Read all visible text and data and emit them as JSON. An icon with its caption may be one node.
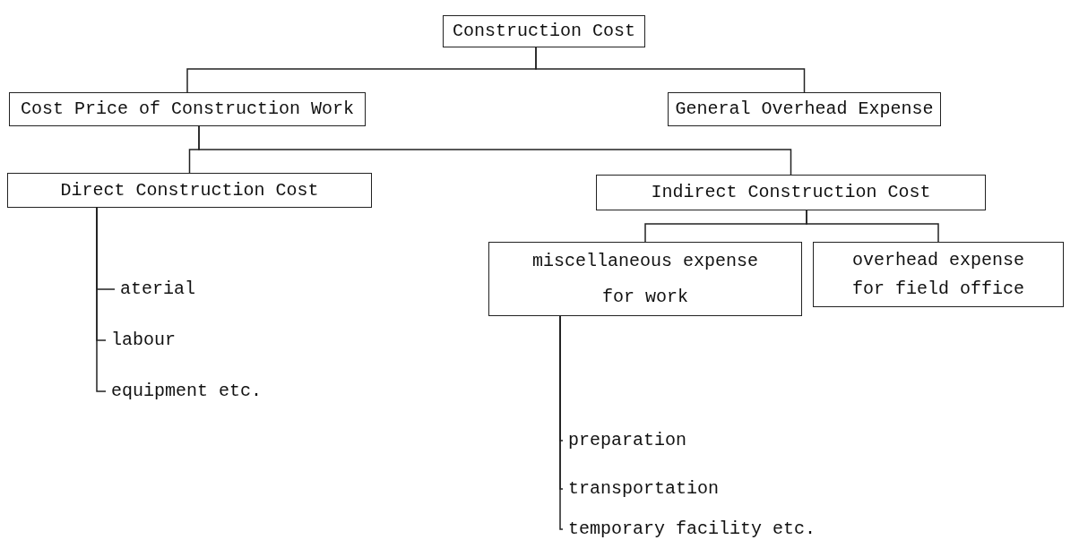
{
  "diagram": {
    "nodes": [
      {
        "text": [
          "Construction Cost"
        ]
      },
      {
        "text": [
          "Cost Price of Construction Work"
        ]
      },
      {
        "text": [
          "General Overhead Expense"
        ]
      },
      {
        "text": [
          "Direct Construction Cost"
        ]
      },
      {
        "text": [
          "Indirect Construction Cost"
        ]
      },
      {
        "text": [
          "miscellaneous expense for work"
        ]
      },
      {
        "text": [
          "overhead expense for field office"
        ]
      },
      {
        "text": [
          "aterial"
        ]
      },
      {
        "text": [
          "labour"
        ]
      },
      {
        "text": [
          "equipment etc."
        ]
      },
      {
        "text": [
          "preparation"
        ]
      },
      {
        "text": [
          "transportation"
        ]
      },
      {
        "text": [
          "temporary facility etc."
        ]
      }
    ],
    "edges": [
      {
        "from": 0,
        "to": 1,
        "arrow": "none"
      },
      {
        "from": 0,
        "to": 2,
        "arrow": "none"
      },
      {
        "from": 1,
        "to": 3,
        "arrow": "none"
      },
      {
        "from": 1,
        "to": 4,
        "arrow": "none"
      },
      {
        "from": 4,
        "to": 5,
        "arrow": "none"
      },
      {
        "from": 4,
        "to": 6,
        "arrow": "none"
      },
      {
        "from": 3,
        "to": 7,
        "arrow": "none"
      },
      {
        "from": 3,
        "to": 8,
        "arrow": "none"
      },
      {
        "from": 3,
        "to": 9,
        "arrow": "none"
      },
      {
        "from": 5,
        "to": 10,
        "arrow": "none"
      },
      {
        "from": 5,
        "to": 11,
        "arrow": "none"
      },
      {
        "from": 5,
        "to": 12,
        "arrow": "none"
      }
    ]
  }
}
